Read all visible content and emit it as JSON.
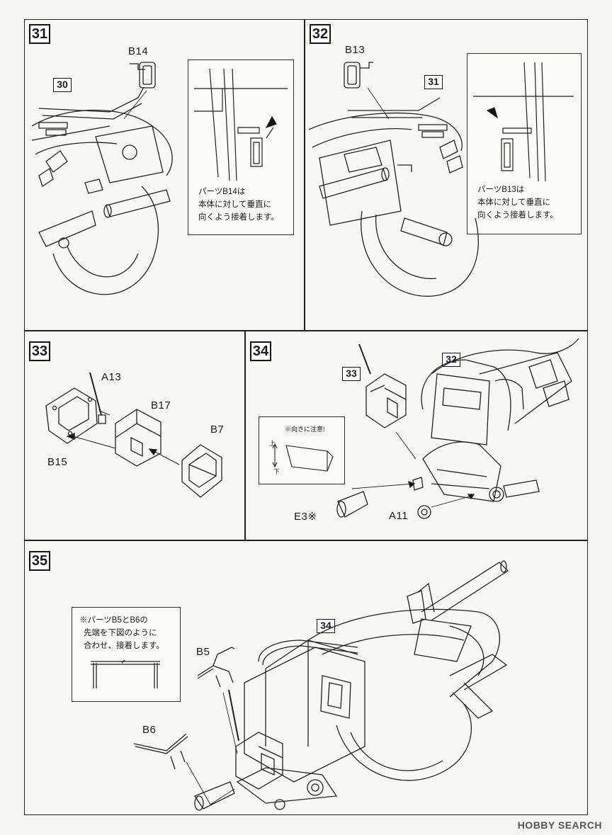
{
  "steps": {
    "s31": {
      "number": "31",
      "ref": "30",
      "part": "B14",
      "note": [
        "パーツB14は",
        "本体に対して垂直に",
        "向くよう接着します。"
      ]
    },
    "s32": {
      "number": "32",
      "ref": "31",
      "part": "B13",
      "note": [
        "パーツB13は",
        "本体に対して垂直に",
        "向くよう接着します。"
      ]
    },
    "s33": {
      "number": "33",
      "parts": [
        "A13",
        "B17",
        "B7",
        "B15"
      ]
    },
    "s34": {
      "number": "34",
      "ref_main": "32",
      "ref_sub": "33",
      "note_title": "※向きに注意!",
      "up": "上",
      "down": "下",
      "parts": [
        "E3※",
        "A11"
      ]
    },
    "s35": {
      "number": "35",
      "ref": "34",
      "note": [
        "※パーツB5とB6の",
        "先端を下図のように",
        "合わせ、接着します。"
      ],
      "parts": [
        "B5",
        "B6"
      ]
    }
  },
  "watermark": "HOBBY SEARCH"
}
